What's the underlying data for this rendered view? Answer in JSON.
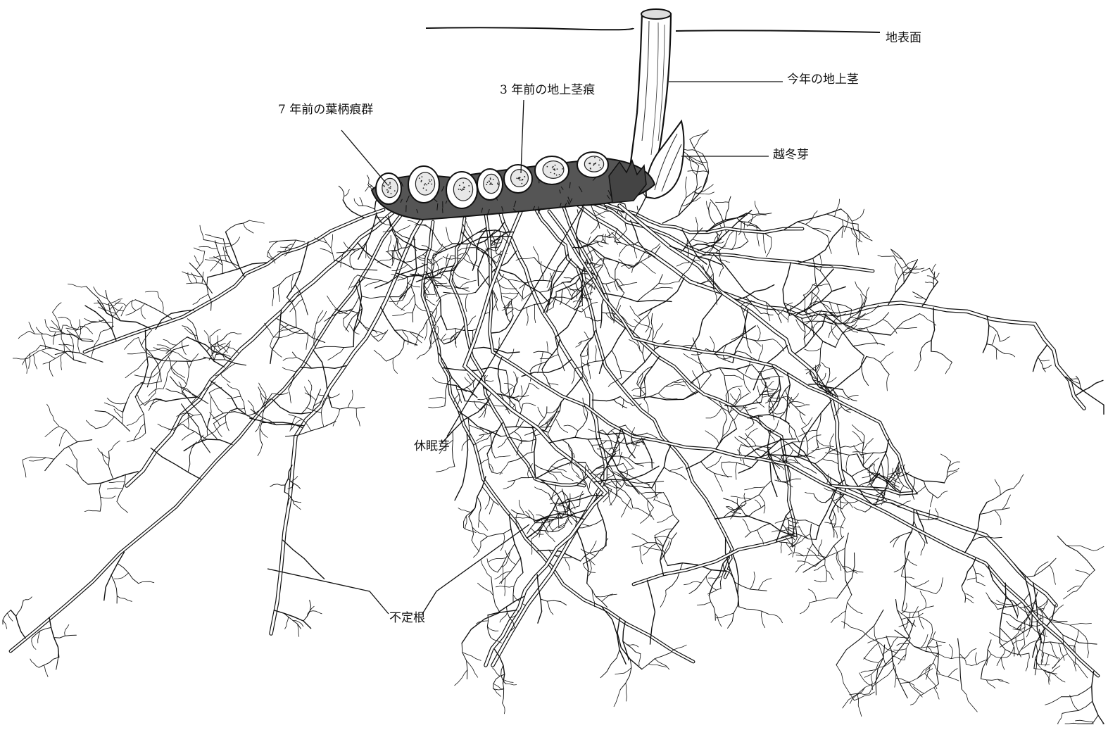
{
  "labels": {
    "ground_surface": "地表面",
    "this_year_stem": "今年の地上茎",
    "overwintering_bud": "越冬芽",
    "stem_scar_3yr": "3 年前の地上茎痕",
    "petiole_scars_7yr": "7 年前の葉柄痕群",
    "dormant_bud": "休眠芽",
    "adventitious_roots": "不定根"
  }
}
